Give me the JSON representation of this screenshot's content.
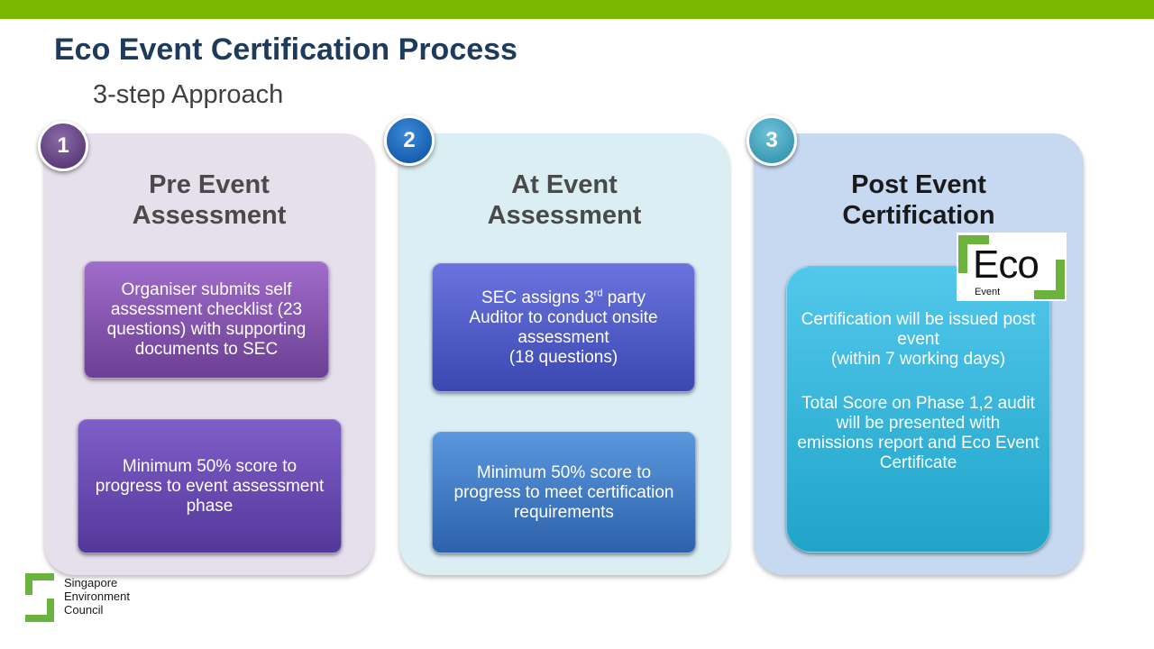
{
  "title": "Eco Event Certification Process",
  "subtitle": "3-step Approach",
  "colors": {
    "top_bar": "#7ab800",
    "title": "#1f3b5c",
    "panel_1": "#e6e0ec",
    "panel_2": "#daeef3",
    "panel_3": "#c6d9f0"
  },
  "steps": [
    {
      "number": "1",
      "title_line1": "Pre Event",
      "title_line2": "Assessment",
      "box_a": "Organiser submits self assessment checklist (23 questions) with supporting documents to SEC",
      "box_b": "Minimum  50% score to progress to event assessment phase"
    },
    {
      "number": "2",
      "title_line1": "At Event",
      "title_line2": "Assessment",
      "box_a_line1_pre": "SEC assigns 3",
      "box_a_line1_sup": "rd",
      "box_a_line1_post": " party",
      "box_a_line2": "Auditor to conduct onsite assessment",
      "box_a_line3": "(18 questions)",
      "box_b": "Minimum  50% score to progress to meet certification requirements"
    },
    {
      "number": "3",
      "title_line1": "Post Event",
      "title_line2": "Certification",
      "box_para1_line1": "Certification will be issued post event",
      "box_para1_line2": "(within 7 working days)",
      "box_para2": "Total Score on Phase 1,2 audit will be presented with emissions report and Eco Event Certificate"
    }
  ],
  "eco_logo": {
    "word": "Eco",
    "sub": "Event"
  },
  "org_logo": {
    "line1": "Singapore",
    "line2": "Environment",
    "line3": "Council"
  }
}
